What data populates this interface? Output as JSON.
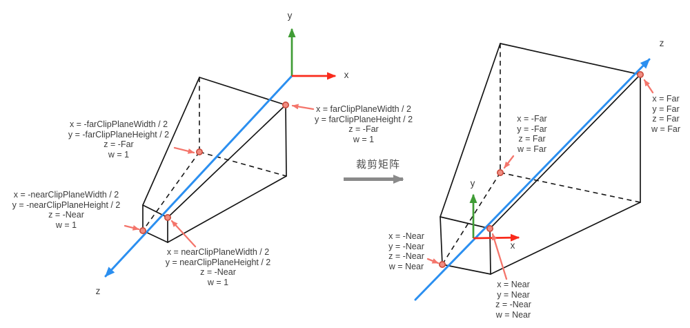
{
  "colors": {
    "background": "#ffffff",
    "edge": "#151515",
    "axis_x": "#f92a1b",
    "axis_y": "#3f9c35",
    "axis_z": "#2b8ff0",
    "pink": "#f4756b",
    "dot_fill": "#f08d82",
    "dot_stroke": "#ca4a3b",
    "arrow_gray": "#8a8a8a",
    "text": "#3b3b3b",
    "text_gray": "#4f4f4f"
  },
  "transform_arrow": {
    "label": "裁剪矩阵"
  },
  "left_view": {
    "axis_labels": {
      "x": "x",
      "y": "y",
      "z": "z"
    },
    "labels": {
      "far_left": [
        "x = -farClipPlaneWidth / 2",
        "y = -farClipPlaneHeight / 2",
        "z = -Far",
        "w = 1"
      ],
      "far_right": [
        "x = farClipPlaneWidth / 2",
        "y = farClipPlaneHeight / 2",
        "z = -Far",
        "w = 1"
      ],
      "near_left": [
        "x = -nearClipPlaneWidth / 2",
        "y = -nearClipPlaneHeight / 2",
        "z = -Near",
        "w = 1"
      ],
      "near_bottom": [
        "x = nearClipPlaneWidth / 2",
        "y = nearClipPlaneHeight / 2",
        "z = -Near",
        "w = 1"
      ]
    }
  },
  "right_view": {
    "axis_labels": {
      "x": "x",
      "y": "y",
      "z": "z"
    },
    "labels": {
      "far_hidden": [
        "x = -Far",
        "y = -Far",
        "z = Far",
        "w = Far"
      ],
      "far_corner": [
        "x = Far",
        "y = Far",
        "z = Far",
        "w = Far"
      ],
      "near_left": [
        "x = -Near",
        "y = -Near",
        "z = -Near",
        "w = Near"
      ],
      "near_bottom": [
        "x = Near",
        "y = Near",
        "z = -Near",
        "w = Near"
      ]
    }
  }
}
